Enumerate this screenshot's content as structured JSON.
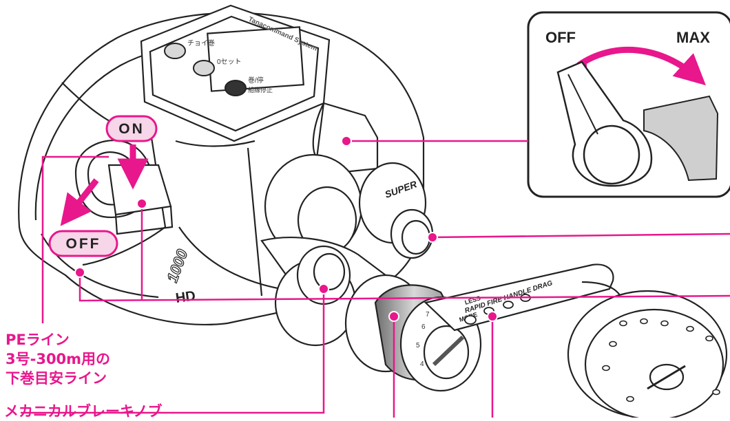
{
  "diagram": {
    "lever_states": {
      "on": "ON",
      "off": "OFF"
    },
    "drag_inset": {
      "left": "OFF",
      "right": "MAX"
    },
    "pe_line_note": [
      "PEライン",
      "3号-300m用の",
      "下巻目安ライン"
    ],
    "mechanical_brake_label": "メカニカルブレーキノブ",
    "reel_print": {
      "top_panel": "Tanacommand System",
      "button_1": "チョイ巻",
      "button_2": "0セット",
      "button_3": "巻/停",
      "button_3_sub": "船縁停止",
      "dial_label": "SUPER",
      "model_number": "1000",
      "model_suffix": "HD",
      "handle_text_1": "LESS",
      "handle_text_2": "RAPID FIRE HANDLE DRAG",
      "handle_text_3": "MORE"
    },
    "colors": {
      "accent": "#e8178c",
      "accent_light": "#f6d6e8",
      "line": "#222222"
    }
  }
}
